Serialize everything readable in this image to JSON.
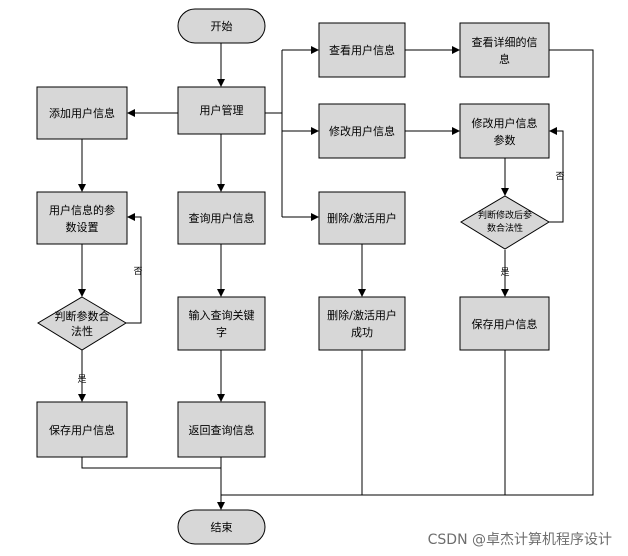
{
  "nodes": {
    "start": "开始",
    "user_manage": "用户管理",
    "add_user": "添加用户信息",
    "param_setting": [
      "用户信息的参",
      "数设置"
    ],
    "validate_left": [
      "判断参数合",
      "法性"
    ],
    "save_left": "保存用户信息",
    "query_user": "查询用户信息",
    "input_keyword": [
      "输入查询关键",
      "字"
    ],
    "return_query": "返回查询信息",
    "view_user": "查看用户信息",
    "view_detail": [
      "查看详细的信",
      "息"
    ],
    "modify_user": "修改用户信息",
    "modify_param": [
      "修改用户信息",
      "参数"
    ],
    "validate_right": [
      "判断修改后参",
      "数合法性"
    ],
    "save_right": "保存用户信息",
    "delete_user": "删除/激活用户",
    "delete_success": [
      "删除/激活用户",
      "成功"
    ],
    "end": "结束"
  },
  "labels": {
    "no_left": "否",
    "yes_left": "是",
    "no_right": "否",
    "yes_right": "是"
  },
  "watermark": "CSDN @卓杰计算机程序设计"
}
